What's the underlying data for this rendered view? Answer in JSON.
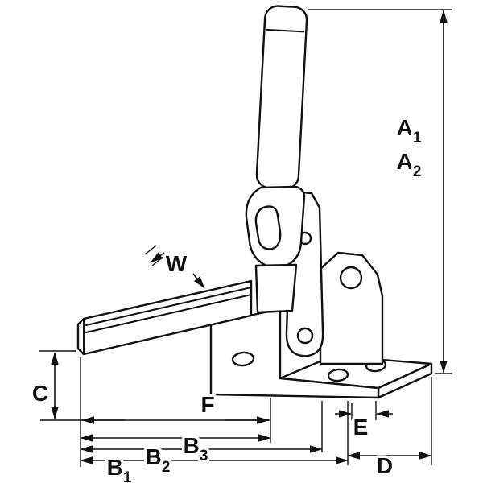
{
  "dims": {
    "a1": {
      "main": "A",
      "sub": "1"
    },
    "a2": {
      "main": "A",
      "sub": "2"
    },
    "w": "W",
    "c": "C",
    "f": "F",
    "b1": {
      "main": "B",
      "sub": "1"
    },
    "b2": {
      "main": "B",
      "sub": "2"
    },
    "b3": {
      "main": "B",
      "sub": "3"
    },
    "e": "E",
    "d": "D"
  },
  "colors": {
    "line": "#111111",
    "background": "#ffffff"
  }
}
